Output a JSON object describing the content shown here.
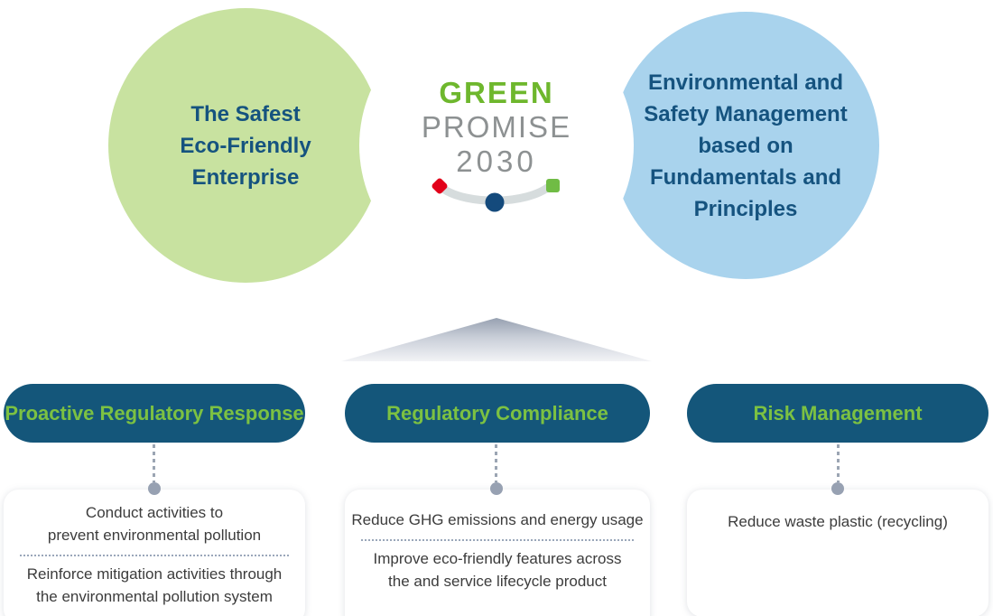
{
  "hero": {
    "left_circle": {
      "lines": [
        "The Safest",
        "Eco-Friendly",
        "Enterprise"
      ],
      "bg_color": "#c8e2a0",
      "text_color": "#15537f"
    },
    "right_circle": {
      "lines": [
        "Environmental and",
        "Safety Management",
        "based on",
        "Fundamentals and",
        "Principles"
      ],
      "bg_color": "#a9d3ed",
      "text_color": "#15537f"
    },
    "logo": {
      "line1": "GREEN",
      "line2": "PROMISE",
      "line3": "2030",
      "green_color": "#6eb72d",
      "gray_color": "#8d9192",
      "markers": {
        "red_diamond": "#e2001a",
        "navy_dot": "#144a7c",
        "green_square": "#70bc45",
        "arc": "#d6dcdd"
      }
    }
  },
  "pillars": [
    {
      "title": "Proactive Regulatory Response",
      "sections": [
        {
          "lines": [
            "Conduct activities to",
            "prevent environmental pollution"
          ]
        },
        {
          "lines": [
            "Reinforce mitigation activities through",
            "the environmental pollution system"
          ]
        }
      ]
    },
    {
      "title": "Regulatory Compliance",
      "sections": [
        {
          "lines": [
            "Reduce GHG emissions and energy usage"
          ]
        },
        {
          "lines": [
            "Improve eco-friendly features across",
            "the and  service lifecycle product"
          ]
        }
      ]
    },
    {
      "title": "Risk Management",
      "sections": [
        {
          "lines": [
            "Reduce waste plastic (recycling)"
          ]
        }
      ]
    }
  ],
  "palette": {
    "pill_bg": "#14567a",
    "pill_text": "#7cc142",
    "triangle_top": "#97a1b1",
    "triangle_bottom": "#f2f3f6",
    "connector": "#9ba5b3",
    "card_text": "#3c3c3c"
  }
}
